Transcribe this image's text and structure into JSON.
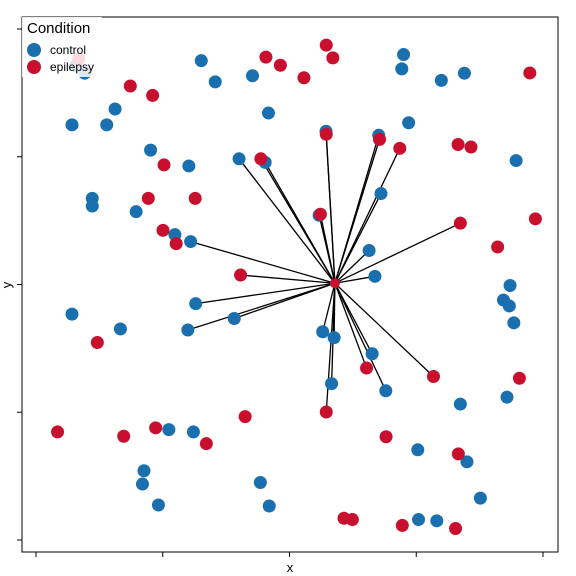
{
  "chart_data": {
    "type": "scatter",
    "xlabel": "x",
    "ylabel": "y",
    "xlim": [
      -10,
      10
    ],
    "ylim": [
      -10,
      10
    ],
    "grid": false,
    "legend": {
      "title": "Condition",
      "placement": "top-left",
      "entries": [
        {
          "label": "control",
          "color": "#1a6fae"
        },
        {
          "label": "epilepsy",
          "color": "#c8102e"
        }
      ]
    },
    "center": [
      1.79,
      0.05
    ],
    "series": [
      {
        "name": "control",
        "color": "#1a6fae",
        "points": [
          [
            -8.44,
            8.56
          ],
          [
            -8.08,
            8.27
          ],
          [
            -8.58,
            6.25
          ],
          [
            -7.21,
            6.25
          ],
          [
            -6.88,
            6.87
          ],
          [
            -5.48,
            5.26
          ],
          [
            -3.97,
            4.64
          ],
          [
            -3.48,
            8.76
          ],
          [
            -2.93,
            7.93
          ],
          [
            -1.46,
            8.17
          ],
          [
            -0.83,
            6.71
          ],
          [
            -3.9,
            1.68
          ],
          [
            -6.05,
            2.85
          ],
          [
            -7.78,
            3.37
          ],
          [
            -7.78,
            3.07
          ],
          [
            -4.52,
            1.95
          ],
          [
            -1.99,
            4.92
          ],
          [
            -0.96,
            4.78
          ],
          [
            1.44,
            6.0
          ],
          [
            3.52,
            5.84
          ],
          [
            4.7,
            6.33
          ],
          [
            4.5,
            9.0
          ],
          [
            4.43,
            8.44
          ],
          [
            5.99,
            7.99
          ],
          [
            6.9,
            8.27
          ],
          [
            8.94,
            4.85
          ],
          [
            1.17,
            2.71
          ],
          [
            3.61,
            3.56
          ],
          [
            3.14,
            1.33
          ],
          [
            3.37,
            0.32
          ],
          [
            -3.7,
            -0.75
          ],
          [
            -4.01,
            -1.78
          ],
          [
            -2.18,
            -1.33
          ],
          [
            1.31,
            -1.85
          ],
          [
            1.76,
            -2.08
          ],
          [
            3.26,
            -2.71
          ],
          [
            3.8,
            -4.16
          ],
          [
            1.66,
            -3.88
          ],
          [
            -8.58,
            -1.16
          ],
          [
            -6.67,
            -1.74
          ],
          [
            8.7,
            -0.04
          ],
          [
            8.44,
            -0.61
          ],
          [
            8.85,
            -1.5
          ],
          [
            8.67,
            -0.84
          ],
          [
            8.58,
            -4.41
          ],
          [
            6.74,
            -4.68
          ],
          [
            -4.76,
            -5.68
          ],
          [
            -3.79,
            -5.77
          ],
          [
            -5.74,
            -7.29
          ],
          [
            -5.8,
            -7.81
          ],
          [
            -5.17,
            -8.63
          ],
          [
            -1.15,
            -7.75
          ],
          [
            -0.8,
            -8.67
          ],
          [
            5.06,
            -6.47
          ],
          [
            7.0,
            -6.94
          ],
          [
            5.09,
            -9.2
          ],
          [
            5.81,
            -9.25
          ],
          [
            7.53,
            -8.36
          ]
        ]
      },
      {
        "name": "epilepsy",
        "color": "#c8102e",
        "points": [
          [
            -8.32,
            8.82
          ],
          [
            -6.28,
            7.77
          ],
          [
            -5.4,
            7.4
          ],
          [
            -0.93,
            8.9
          ],
          [
            -0.36,
            8.58
          ],
          [
            0.57,
            8.09
          ],
          [
            1.45,
            9.37
          ],
          [
            1.71,
            8.87
          ],
          [
            3.55,
            5.68
          ],
          [
            4.35,
            5.33
          ],
          [
            1.45,
            5.88
          ],
          [
            -1.13,
            4.92
          ],
          [
            -4.95,
            4.68
          ],
          [
            -5.57,
            3.37
          ],
          [
            -3.72,
            3.37
          ],
          [
            -4.99,
            2.12
          ],
          [
            -4.47,
            1.6
          ],
          [
            -1.93,
            0.37
          ],
          [
            1.22,
            2.75
          ],
          [
            6.65,
            5.48
          ],
          [
            7.16,
            5.38
          ],
          [
            6.74,
            2.4
          ],
          [
            8.21,
            1.47
          ],
          [
            9.7,
            2.57
          ],
          [
            9.48,
            8.28
          ],
          [
            -7.58,
            -2.27
          ],
          [
            3.04,
            -3.27
          ],
          [
            5.68,
            -3.6
          ],
          [
            9.07,
            -3.67
          ],
          [
            1.45,
            -4.99
          ],
          [
            -1.75,
            -5.17
          ],
          [
            -6.54,
            -5.94
          ],
          [
            -5.28,
            -5.61
          ],
          [
            -3.28,
            -6.23
          ],
          [
            3.81,
            -5.96
          ],
          [
            6.66,
            -6.63
          ],
          [
            -9.15,
            -5.77
          ],
          [
            2.15,
            -9.15
          ],
          [
            2.48,
            -9.2
          ],
          [
            4.45,
            -9.43
          ],
          [
            6.55,
            -9.55
          ]
        ]
      }
    ]
  }
}
